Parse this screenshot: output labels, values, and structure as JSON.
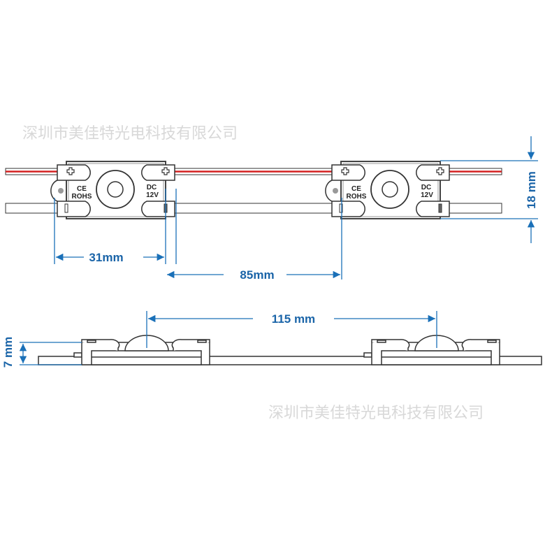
{
  "watermarks": [
    "深圳市美佳特光电科技有限公司",
    "深圳市美佳特光电科技有限公司"
  ],
  "top_view": {
    "module_labels": {
      "cert_line1": "CE",
      "cert_line2": "ROHS",
      "voltage_line1": "DC",
      "voltage_line2": "12V"
    },
    "dimensions": {
      "module_width": "31mm",
      "gap": "85mm",
      "height": "18 mm"
    }
  },
  "side_view": {
    "dimensions": {
      "pitch": "115 mm",
      "height": "7 mm"
    }
  },
  "colors": {
    "dimension": "#1a64a8",
    "red_wire": "#d42020",
    "outline": "#333333"
  }
}
